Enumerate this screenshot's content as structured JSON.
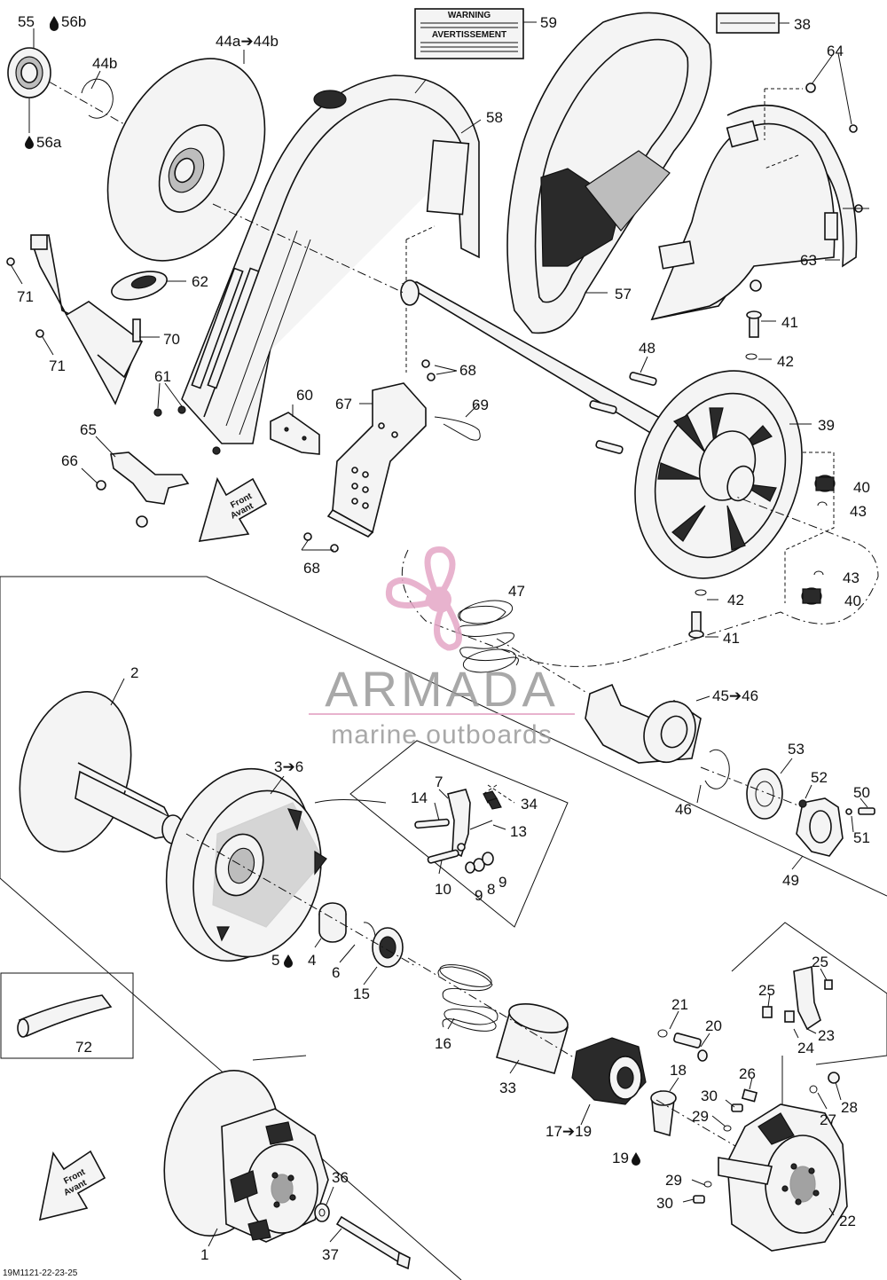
{
  "diagram": {
    "drawing_code": "19M1121-22-23-25",
    "front_arrow": {
      "line1": "Front",
      "line2": "Avant"
    },
    "watermark": {
      "brand": "ARMADA",
      "tagline": "marine outboards"
    },
    "warning_decal": {
      "heading1": "WARNING",
      "heading2": "AVERTISSEMENT"
    },
    "callouts": {
      "c55": "55",
      "c56b": "56b",
      "c56a": "56a",
      "c44a44b": "44a➔44b",
      "c44b": "44b",
      "c59": "59",
      "c38": "38",
      "c64": "64",
      "c58": "58",
      "c63": "63",
      "c57": "57",
      "c62": "62",
      "c70": "70",
      "c71a": "71",
      "c71b": "71",
      "c61": "61",
      "c60": "60",
      "c67": "67",
      "c68a": "68",
      "c68b": "68",
      "c69": "69",
      "c65": "65",
      "c66": "66",
      "c41a": "41",
      "c42a": "42",
      "c48": "48",
      "c39": "39",
      "c40a": "40",
      "c43a": "43",
      "c43b": "43",
      "c40b": "40",
      "c42b": "42",
      "c41b": "41",
      "c47": "47",
      "c4546": "45➔46",
      "c2": "2",
      "c36": "3➔6",
      "c7": "7",
      "c14": "14",
      "c34": "34",
      "c13": "13",
      "c10": "10",
      "c9a": "9",
      "c8": "8",
      "c9b": "9",
      "c53": "53",
      "c52": "52",
      "c50": "50",
      "c51": "51",
      "c46": "46",
      "c49": "49",
      "c5": "5",
      "c4": "4",
      "c6": "6",
      "c15": "15",
      "c16": "16",
      "c33": "33",
      "c21": "21",
      "c20": "20",
      "c25a": "25",
      "c25b": "25",
      "c23": "23",
      "c24": "24",
      "c18": "18",
      "c26": "26",
      "c30a": "30",
      "c29a": "29",
      "c27": "27",
      "c28": "28",
      "c1719": "17➔19",
      "c19": "19",
      "c29b": "29",
      "c30b": "30",
      "c22": "22",
      "c36b": "36",
      "c37": "37",
      "c1": "1",
      "c72": "72"
    }
  }
}
